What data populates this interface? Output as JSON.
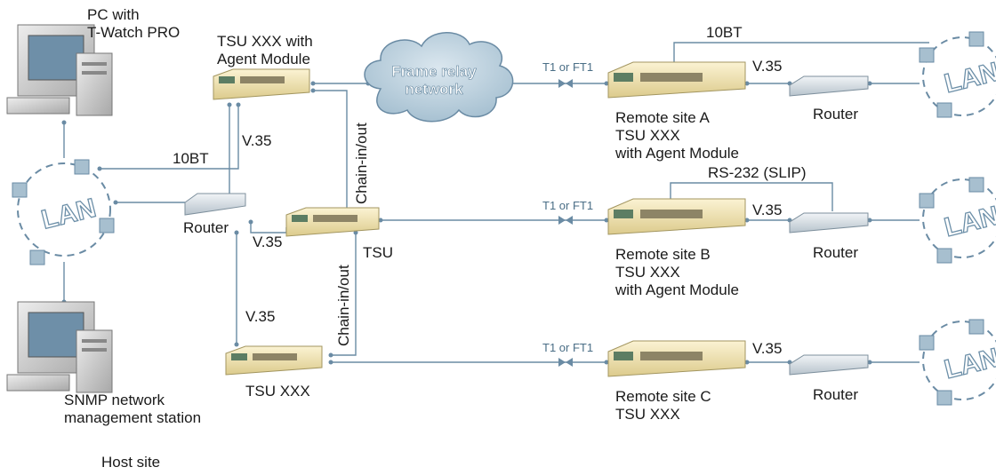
{
  "labels": {
    "pc": [
      "PC with",
      "T-Watch PRO"
    ],
    "tsu_agent": [
      "TSU XXX with",
      "Agent Module"
    ],
    "snmp": [
      "SNMP network",
      "management station"
    ],
    "host_site": "Host site",
    "tsu_xxx_host": "TSU XXX",
    "tsu": "TSU",
    "router_host": "Router",
    "v35_top": "V.35",
    "v35_mid": "V.35",
    "v35_low": "V.35",
    "tenbt_host": "10BT",
    "chain_top": "Chain-in/out",
    "chain_bottom": "Chain-in/out",
    "cloud": [
      "Frame relay",
      "network"
    ],
    "t1_a": "T1 or FT1",
    "t1_b": "T1 or FT1",
    "t1_c": "T1 or FT1",
    "tenbt_remote": "10BT",
    "rs232": "RS-232 (SLIP)",
    "site_a": [
      "Remote site A",
      "TSU XXX",
      "with Agent Module"
    ],
    "site_b": [
      "Remote site B",
      "TSU XXX",
      "with Agent Module"
    ],
    "site_c": [
      "Remote site C",
      "TSU XXX"
    ],
    "v35_a": "V.35",
    "v35_b": "V.35",
    "v35_c": "V.35",
    "router_a": "Router",
    "router_b": "Router",
    "router_c": "Router",
    "lan": "LAN"
  },
  "colors": {
    "line": "#6a8ba4",
    "device_body": "#f3e6b3",
    "device_dark": "#c9b77a",
    "lan_node": "#a7bfcf",
    "cloud": "#b9cfdd",
    "monitor": "#d6d6d6"
  }
}
